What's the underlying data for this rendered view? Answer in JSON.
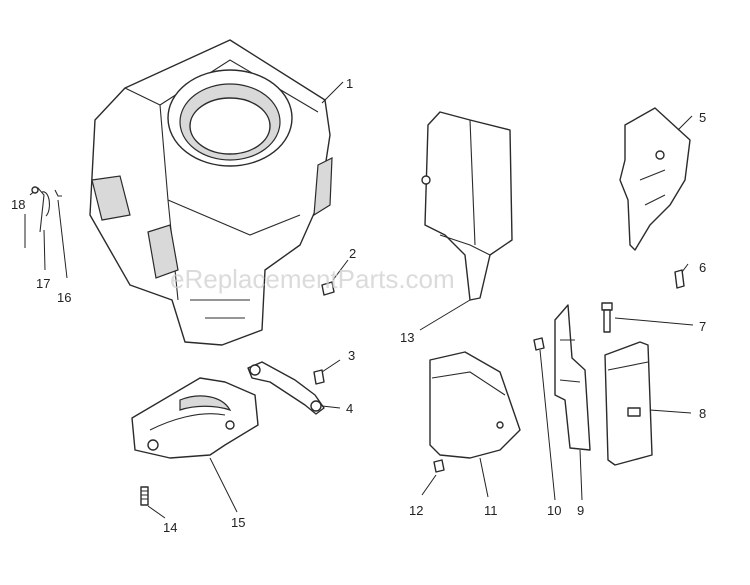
{
  "watermark": "eReplacementParts.com",
  "callouts": {
    "c1": "1",
    "c2": "2",
    "c3": "3",
    "c4": "4",
    "c5": "5",
    "c6": "6",
    "c7": "7",
    "c8": "8",
    "c9": "9",
    "c10": "10",
    "c11": "11",
    "c12": "12",
    "c13": "13",
    "c14": "14",
    "c15": "15",
    "c16": "16",
    "c17": "17",
    "c18": "18"
  },
  "colors": {
    "line": "#2b2b2b",
    "shade": "#d9d9d9",
    "watermark": "#cfcfcf"
  }
}
